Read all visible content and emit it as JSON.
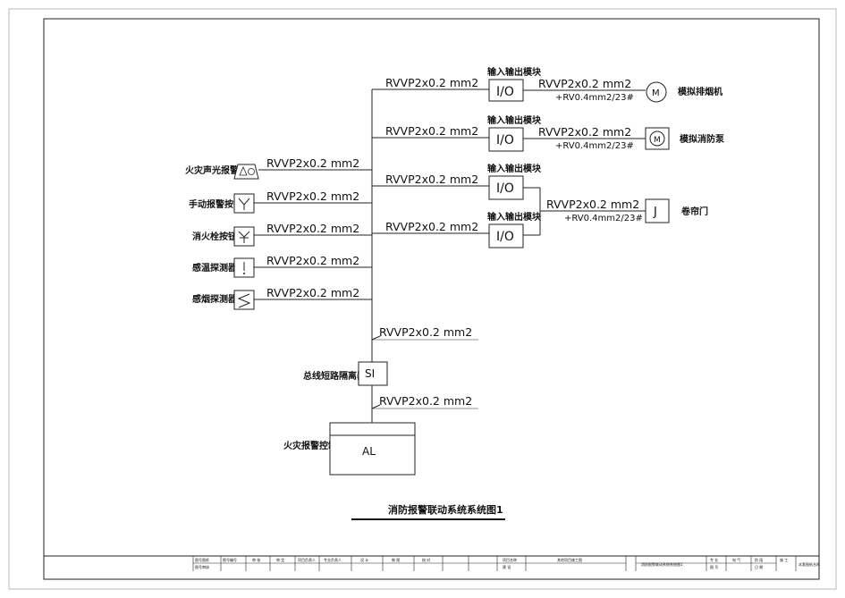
{
  "diagram": {
    "title": "消防报警联动系统系统图1",
    "cable_main": "RVVP2x0.2 mm2",
    "cable_power": "+RV0.4mm2/23#",
    "io_module_label": "输入输出模块",
    "io_box_text": "I/O",
    "motor_symbol": "M",
    "door_symbol": "J",
    "isolator_text": "SI",
    "isolator_label": "总线短路隔离器",
    "controller_text": "AL",
    "controller_label": "火灾报警控制器",
    "outputs": [
      {
        "label": "模拟排烟机"
      },
      {
        "label": "模拟消防泵"
      },
      {
        "label": "卷帘门"
      }
    ],
    "devices": [
      {
        "label": "火灾声光报警器",
        "icon": "sound-light-alarm-icon"
      },
      {
        "label": "手动报警按钮",
        "icon": "manual-call-point-icon"
      },
      {
        "label": "消火栓按钮",
        "icon": "hydrant-button-icon"
      },
      {
        "label": "感温探测器",
        "icon": "heat-detector-icon"
      },
      {
        "label": "感烟探测器",
        "icon": "smoke-detector-icon"
      }
    ]
  },
  "title_block": {
    "row1": [
      "图号图纸",
      "图号编号",
      "审 核",
      "审 定",
      "项目负责人",
      "专业负责人",
      "设 计",
      "制 图",
      "校 对",
      "项目名称",
      "其他项目施工图",
      "",
      "消防报警联动系统系统图1",
      "专 业",
      "电 气",
      "阶 段",
      "施 工",
      "本套图纸名称"
    ],
    "row2": [
      "图号审核",
      "",
      "",
      "",
      "",
      "",
      "",
      "",
      "",
      "建 设",
      "",
      "",
      "",
      "图 号",
      "",
      "日 期",
      ""
    ]
  }
}
